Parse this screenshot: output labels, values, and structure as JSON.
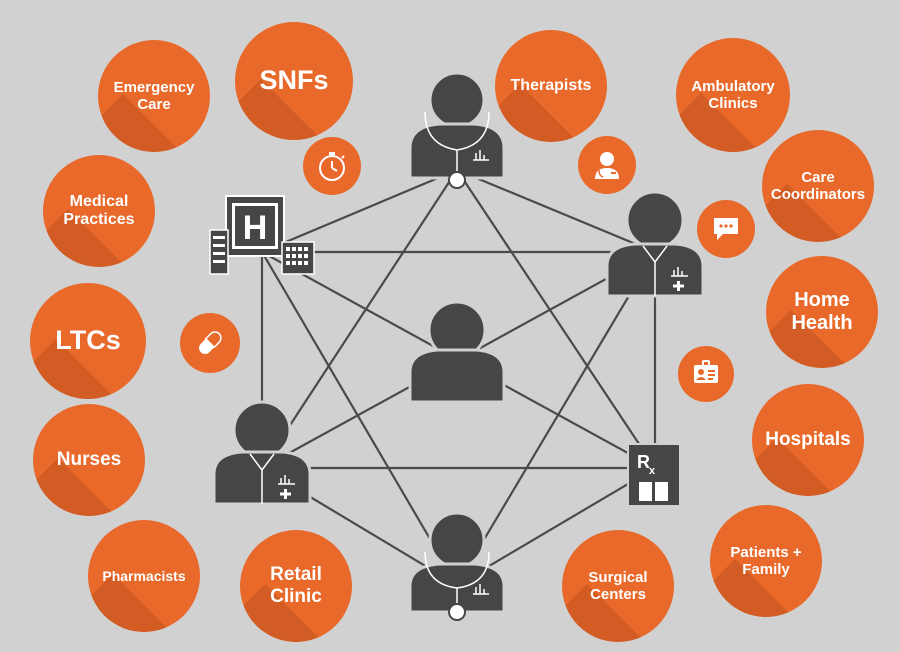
{
  "bubbles": {
    "emergency_care": "Emergency\nCare",
    "snfs": "SNFs",
    "therapists": "Therapists",
    "ambulatory_clinics": "Ambulatory\nClinics",
    "care_coordinators": "Care\nCoordinators",
    "medical_practices": "Medical\nPractices",
    "home_health": "Home\nHealth",
    "ltcs": "LTCs",
    "hospitals": "Hospitals",
    "nurses": "Nurses",
    "patients_family": "Patients +\nFamily",
    "pharmacists": "Pharmacists",
    "retail_clinic": "Retail\nClinic",
    "surgical_centers": "Surgical\nCenters"
  },
  "rx_label": "R",
  "rx_sub": "x",
  "hospital_letter": "H",
  "colors": {
    "orange": "#e8692a",
    "orange_shadow": "#b84e1a",
    "dark": "#464646",
    "background": "#d1d1d1",
    "line": "#4a4a4a"
  },
  "icons": [
    "stopwatch-icon",
    "doctor-icon",
    "chat-icon",
    "pill-icon",
    "id-card-icon",
    "hospital-icon",
    "rx-icon",
    "person-icon"
  ]
}
